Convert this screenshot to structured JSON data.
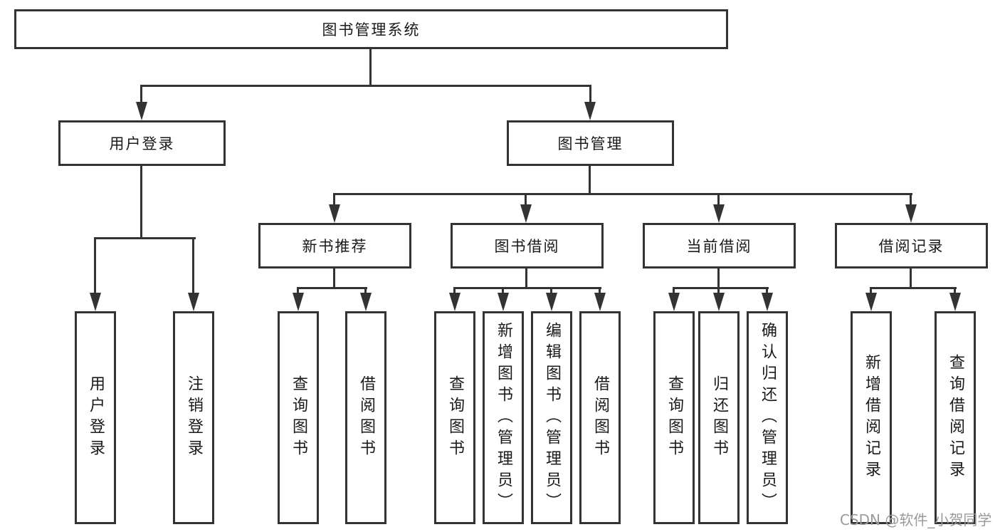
{
  "diagram": {
    "title_node": "图书管理系统",
    "root": {
      "label": "图书管理系统"
    },
    "branches": [
      {
        "label": "用户登录",
        "children": [
          {
            "label": "用户登录"
          },
          {
            "label": "注销登录"
          }
        ]
      },
      {
        "label": "图书管理",
        "children": [
          {
            "label": "新书推荐",
            "children": [
              {
                "label": "查询图书"
              },
              {
                "label": "借阅图书"
              }
            ]
          },
          {
            "label": "图书借阅",
            "children": [
              {
                "label": "查询图书"
              },
              {
                "label": "新增图书（管理员）"
              },
              {
                "label": "编辑图书（管理员）"
              },
              {
                "label": "借阅图书"
              }
            ]
          },
          {
            "label": "当前借阅",
            "children": [
              {
                "label": "查询图书"
              },
              {
                "label": "归还图书"
              },
              {
                "label": "确认归还（管理员）"
              }
            ]
          },
          {
            "label": "借阅记录",
            "children": [
              {
                "label": "新增借阅记录"
              },
              {
                "label": "查询借阅记录"
              }
            ]
          }
        ]
      }
    ]
  },
  "watermark": {
    "text": "CSDN @软件_小贺同学"
  },
  "colors": {
    "line": "#333333",
    "text": "#1a1a1a",
    "background": "#ffffff",
    "watermark_gray": "#9a9a9a"
  }
}
